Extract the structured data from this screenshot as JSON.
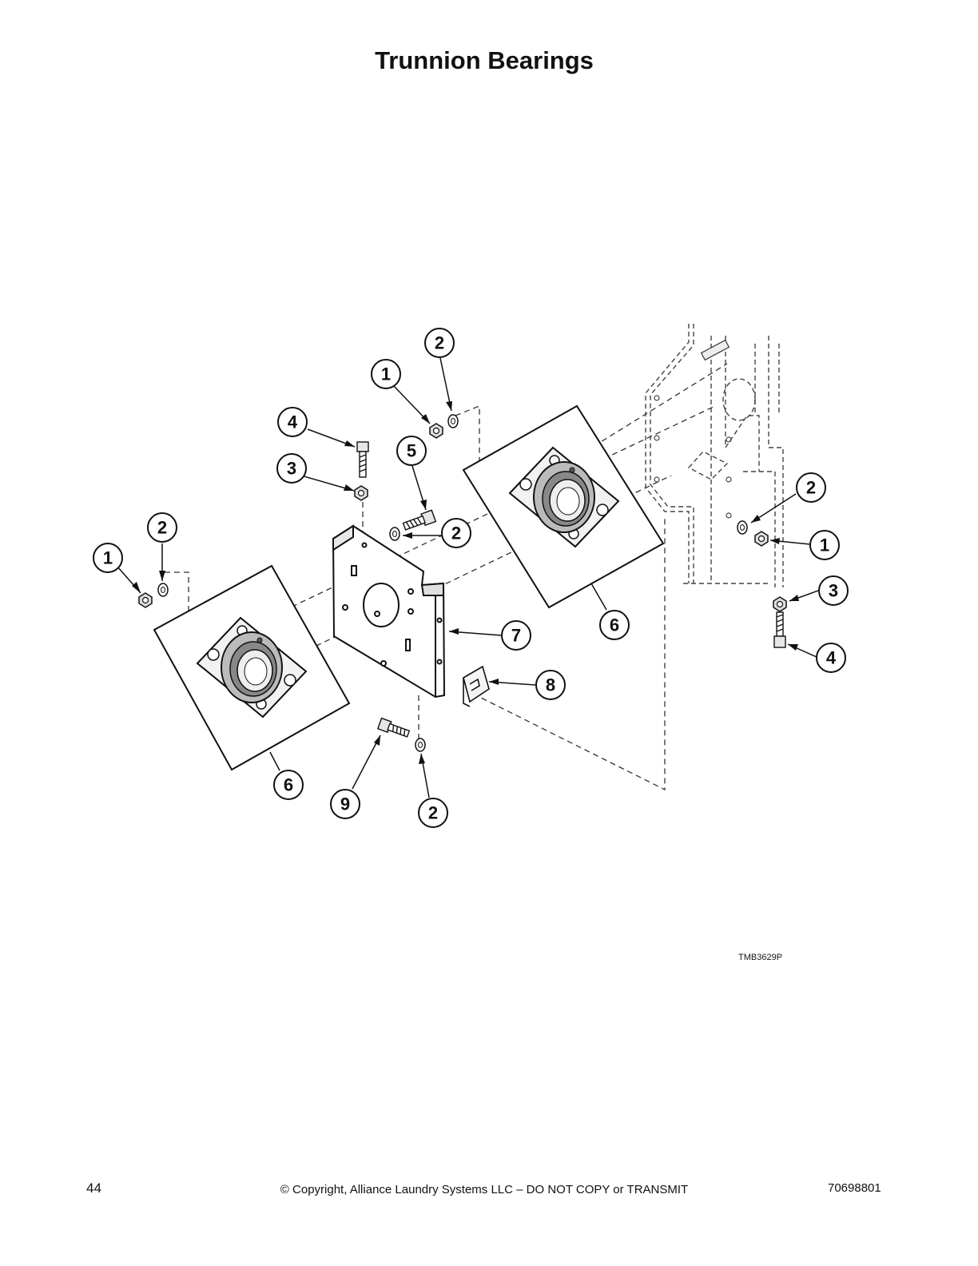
{
  "title": "Trunnion Bearings",
  "callouts": [
    "1",
    "2",
    "3",
    "4",
    "5",
    "6",
    "7",
    "8",
    "9"
  ],
  "figure_id": "TMB3629P",
  "footer": {
    "page_number": "44",
    "copyright": "© Copyright, Alliance Laundry Systems LLC – DO NOT COPY or TRANSMIT",
    "doc_number": "70698801"
  }
}
